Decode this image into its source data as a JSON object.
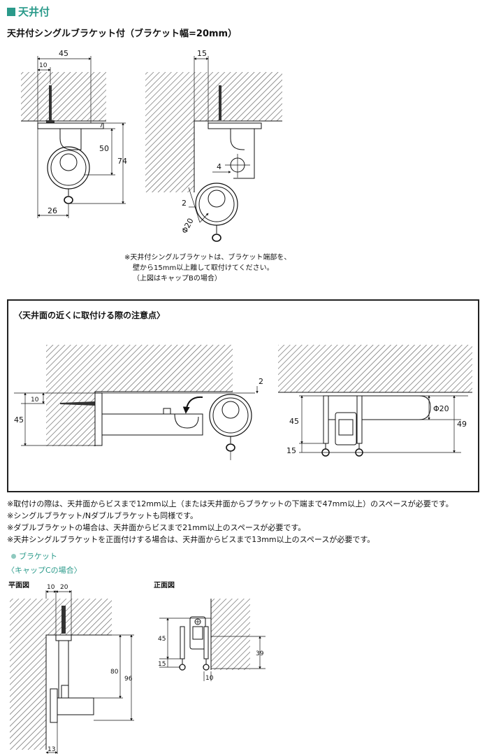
{
  "section": {
    "title": "天井付"
  },
  "subtitle": "天井付シングルブラケット付（ブラケット幅=20mm）",
  "top_left_dims": {
    "d45": "45",
    "d10": "10",
    "d7": "7",
    "d50": "50",
    "d74": "74",
    "d26": "26"
  },
  "top_right_dims": {
    "d15": "15",
    "d4": "4",
    "d2": "2",
    "phi20": "Φ20"
  },
  "top_note": [
    "※天井付シングルブラケットは、ブラケット端部を、",
    "壁から15mm以上離して取付けてください。",
    "（上図はキャップBの場合）"
  ],
  "caution": {
    "title": "〈天井面の近くに取付ける際の注意点〉",
    "left_dims": {
      "d10": "10",
      "d45": "45",
      "d2": "2"
    },
    "right_dims": {
      "d45": "45",
      "d15": "15",
      "phi20": "Φ20",
      "d49": "49"
    }
  },
  "requirements": [
    "※取付けの際は、天井面からビスまで12mm以上（または天井面からブラケットの下端まで47mm以上）のスペースが必要です。",
    "※シングルブラケット/Nダブルブラケットも同様です。",
    "※ダブルブラケットの場合は、天井面からビスまで21mm以上のスペースが必要です。",
    "※天井シングルブラケットを正面付けする場合は、天井面からビスまで13mm以上のスペースが必要です。"
  ],
  "bracket": {
    "label": "ブラケット",
    "cap_label": "〈キャップCの場合〉",
    "plan_label": "平面図",
    "front_label": "正面図",
    "plan_dims": {
      "d10": "10",
      "d20": "20",
      "d80": "80",
      "d96": "96",
      "d13": "13"
    },
    "front_dims": {
      "d45": "45",
      "d15": "15",
      "d10": "10",
      "d39": "39"
    }
  },
  "colors": {
    "accent": "#2a9a8a",
    "hatch": "#555555"
  }
}
